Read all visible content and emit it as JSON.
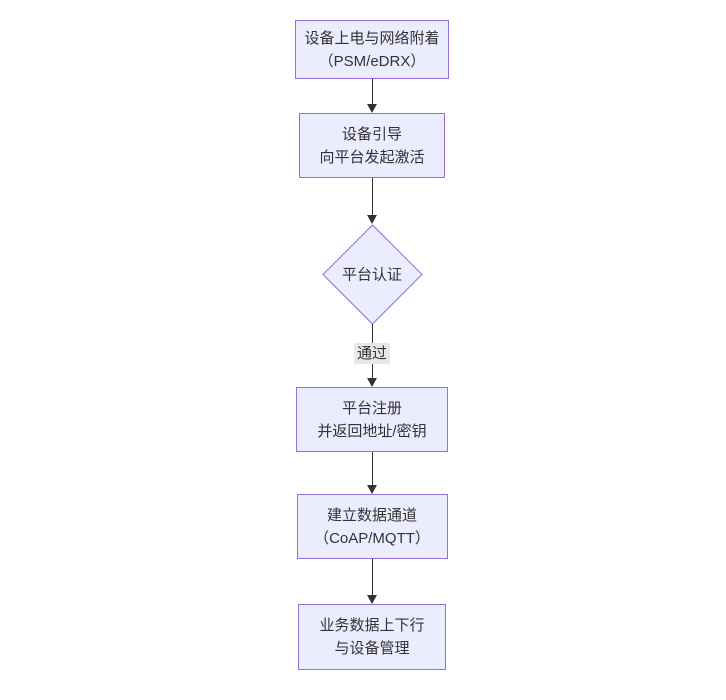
{
  "diagram": {
    "type": "flowchart",
    "direction": "top-down",
    "nodes": [
      {
        "id": "start",
        "shape": "rect",
        "line1": "设备上电与网络附着",
        "line2": "（PSM/eDRX）"
      },
      {
        "id": "bootstrap",
        "shape": "rect",
        "line1": "设备引导",
        "line2": "向平台发起激活"
      },
      {
        "id": "auth",
        "shape": "diamond",
        "line1": "平台认证",
        "line2": ""
      },
      {
        "id": "register",
        "shape": "rect",
        "line1": "平台注册",
        "line2": "并返回地址/密钥"
      },
      {
        "id": "channel",
        "shape": "rect",
        "line1": "建立数据通道",
        "line2": "（CoAP/MQTT）"
      },
      {
        "id": "business",
        "shape": "rect",
        "line1": "业务数据上下行",
        "line2": "与设备管理"
      }
    ],
    "edges": [
      {
        "from": "start",
        "to": "bootstrap",
        "label": ""
      },
      {
        "from": "bootstrap",
        "to": "auth",
        "label": ""
      },
      {
        "from": "auth",
        "to": "register",
        "label": "通过"
      },
      {
        "from": "register",
        "to": "channel",
        "label": ""
      },
      {
        "from": "channel",
        "to": "business",
        "label": ""
      }
    ],
    "colors": {
      "node_fill": "#ECECFF",
      "node_border": "#9370DB",
      "text": "#333333",
      "arrow": "#333333",
      "edge_label_bg": "#e8e8e8",
      "background": "#ffffff"
    }
  }
}
